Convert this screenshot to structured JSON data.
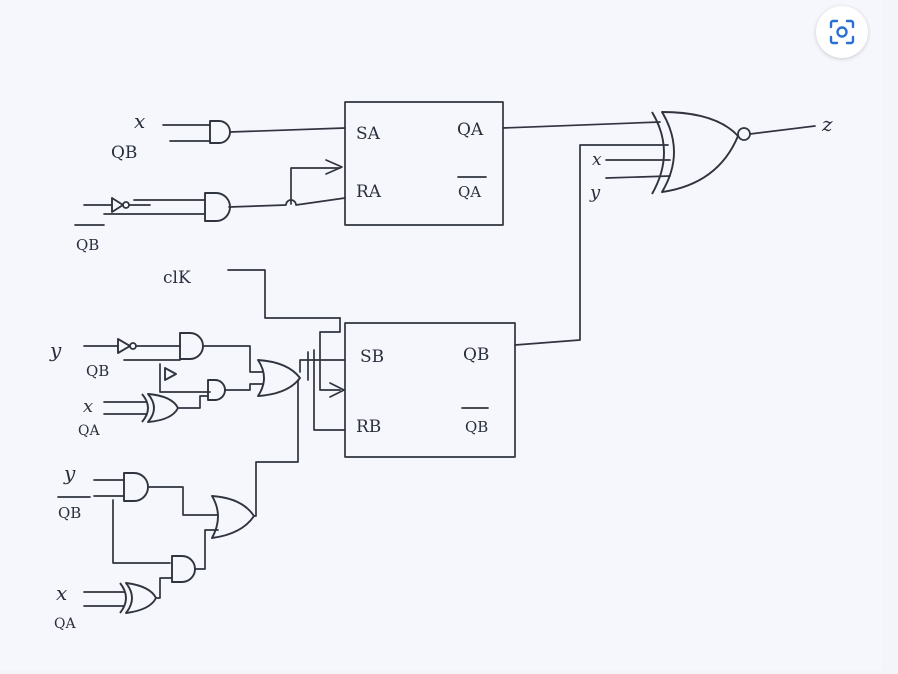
{
  "accent_color": "#2a6fd4",
  "scan_button": {
    "icon": "lens-scan-icon"
  },
  "diagram": {
    "inputs": {
      "x_top": "x",
      "qb_top": "QB",
      "qb_bar_top": "QB",
      "clk": "clK",
      "y_mid": "y",
      "qb_mid": "QB",
      "x_mid": "x",
      "qa_mid": "QA",
      "y_low": "y",
      "qb_low": "QB",
      "x_low": "x",
      "qa_low": "QA",
      "x_out": "x",
      "y_out": "y"
    },
    "flipflop_a": {
      "s": "SA",
      "r": "RA",
      "q": "QA",
      "q_bar": "QA"
    },
    "flipflop_b": {
      "s": "SB",
      "r": "RB",
      "q": "QB",
      "q_bar": "QB"
    },
    "output": "z"
  }
}
